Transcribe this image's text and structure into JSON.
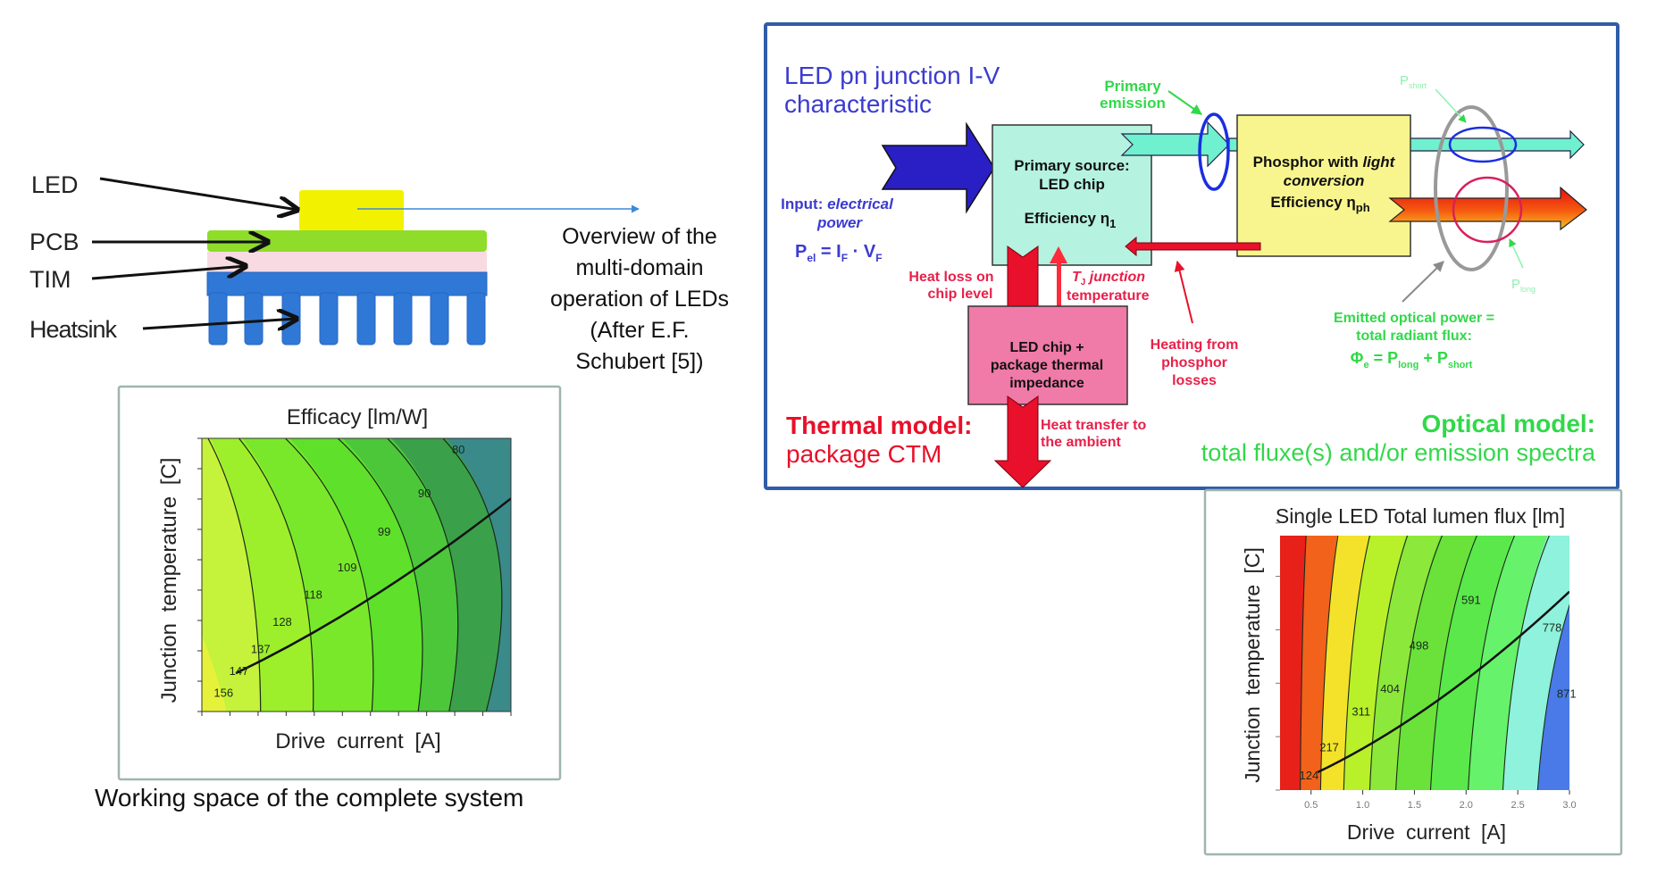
{
  "stack_diagram": {
    "labels": [
      "LED",
      "PCB",
      "TIM",
      "Heatsink"
    ],
    "colors": {
      "led": "#f2f200",
      "pcb": "#8fdc2a",
      "tim": "#f8dbe2",
      "heatsink": "#2f78d6"
    },
    "caption_lines": [
      "Overview of the",
      "multi-domain",
      "operation of LEDs",
      "(After E.F.",
      "Schubert [5])"
    ]
  },
  "flow_diagram": {
    "title_lines": [
      "LED pn junction I-V",
      "characteristic"
    ],
    "input_label_lines": [
      "Input: electrical",
      "power"
    ],
    "input_formula": {
      "lhs": "P",
      "lhs_sub": "el",
      "mid": " = I",
      "mid_sub": "F",
      "rhs": " · V",
      "rhs_sub": "F"
    },
    "primary_box_lines": [
      "Primary source:",
      "LED chip"
    ],
    "primary_efficiency": {
      "text": "Efficiency η",
      "sub": "1"
    },
    "primary_emission_lines": [
      "Primary",
      "emission"
    ],
    "phosphor_box_lines": [
      "Phosphor with light",
      "conversion"
    ],
    "phosphor_efficiency": {
      "text": "Efficiency η",
      "sub": "ph"
    },
    "p_short": {
      "text": "P",
      "sub": "short"
    },
    "p_long": {
      "text": "P",
      "sub": "long"
    },
    "heat_loss_lines": [
      "Heat loss on",
      "chip level"
    ],
    "tj_lines": [
      "T",
      "J",
      " junction",
      "temperature"
    ],
    "heating_phosphor_lines": [
      "Heating from",
      "phosphor",
      "losses"
    ],
    "thermal_box_lines": [
      "LED chip +",
      "package thermal",
      "impedance"
    ],
    "heat_transfer_lines": [
      "Heat transfer to",
      "the ambient"
    ],
    "emitted_lines": [
      "Emitted optical power =",
      "total radiant flux:"
    ],
    "emitted_formula": {
      "phi": "Φ",
      "phi_sub": "e",
      "eq": " = P",
      "long_sub": "long",
      "plus": " + P",
      "short_sub": "short"
    },
    "thermal_model_title": "Thermal model:",
    "thermal_model_sub": "package CTM",
    "optical_model_title": "Optical model:",
    "optical_model_sub": "total fluxe(s) and/or emission spectra",
    "colors": {
      "frame": "#2f5da8",
      "title": "#3b3bd0",
      "input_arrow": "#2a1fc4",
      "primary_box": "#b5f2e0",
      "phosphor_box": "#f8f58e",
      "thermal_box": "#f07aa8",
      "heat": "#e8102a",
      "optical": "#32d84a",
      "cyan_arrow": "#6ff0cf"
    }
  },
  "caption_left": "Working space of the complete system",
  "chart_data": [
    {
      "type": "heatmap",
      "subtype": "filled-contour",
      "title": "Efficacy [lm/W]",
      "xlabel": "Drive current [A]",
      "ylabel": "Junction temperature [C]",
      "x_tick_labels": [],
      "y_tick_labels": [],
      "contour_levels": [
        156,
        147,
        137,
        128,
        118,
        109,
        99,
        90,
        80
      ],
      "contour_label_order": "bottom-left (high) to top-right (low)",
      "colormap": [
        "#e6f23a",
        "#c5f23a",
        "#9cef2a",
        "#7ae82a",
        "#5fe02a",
        "#4cc73a",
        "#3aa04a",
        "#3a8a8a",
        "#3c5ae6",
        "#2a3ae8"
      ],
      "operating_curve": "rising curve from low current/low temperature to high current/high temperature",
      "grid": false,
      "legend": "none"
    },
    {
      "type": "heatmap",
      "subtype": "filled-contour",
      "title": "Single LED Total lumen flux [lm]",
      "xlabel": "Drive current [A]",
      "ylabel": "Junction temperature [C]",
      "x_tick_labels": [
        "0.5",
        "1.0",
        "1.5",
        "2.0",
        "2.5",
        "3.0"
      ],
      "xlim": [
        0.2,
        3.0
      ],
      "y_tick_labels": [],
      "contour_levels": [
        124,
        217,
        311,
        404,
        498,
        591,
        778,
        871
      ],
      "contour_label_order": "left (low) to right (high)",
      "colormap": [
        "#e8201a",
        "#f2621a",
        "#f4e22a",
        "#b8f02a",
        "#8ce83a",
        "#6ae23a",
        "#5ae84a",
        "#66f26a",
        "#8ef2dc",
        "#4a7ae8",
        "#2a4ae6"
      ],
      "operating_curve": "rising curve from low current/low temperature to high current/high temperature",
      "grid": false,
      "legend": "none"
    }
  ]
}
